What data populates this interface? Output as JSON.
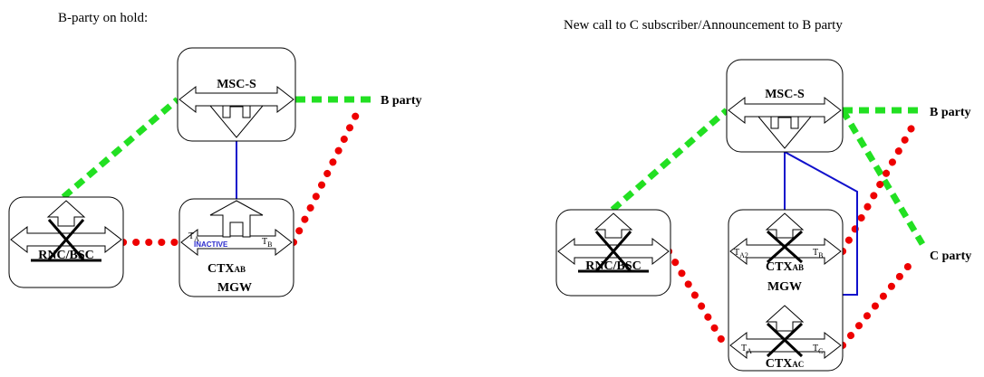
{
  "left": {
    "title": "B-party on hold:",
    "msc_label": "MSC-S",
    "rnc_label": "RNC/BSC",
    "ctx_label": "CTX",
    "ctx_sub": "AB",
    "mgw_label": "MGW",
    "ta": "T",
    "ta_sub": "A",
    "tb": "T",
    "tb_sub": "B",
    "inactive": "INACTIVE",
    "b_party": "B party"
  },
  "right": {
    "title": "New call to C subscriber/Announcement to B party",
    "msc_label": "MSC-S",
    "rnc_label": "RNC/BSC",
    "ctx_ab_label": "CTX",
    "ctx_ab_sub": "AB",
    "ctx_ac_label": "CTX",
    "ctx_ac_sub": "AC",
    "mgw_label": "MGW",
    "ta2": "T",
    "ta2_sub": "A2",
    "tb": "T",
    "tb_sub": "B",
    "ta": "T",
    "ta_sub": "A",
    "tc": "T",
    "tc_sub": "C",
    "b_party": "B party",
    "c_party": "C party"
  },
  "colors": {
    "signalling": "#22e022",
    "bearer": "#ee0000",
    "control": "#1010cc",
    "inactive_text": "#2a2acc"
  }
}
